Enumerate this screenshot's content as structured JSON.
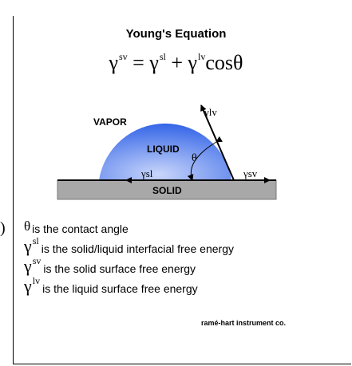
{
  "title": "Young's Equation",
  "equation": {
    "lhs_gamma": "γ",
    "lhs_sup": "sv",
    "eq": "=",
    "t1_gamma": "γ",
    "t1_sup": "sl",
    "plus": "+",
    "t2_gamma": "γ",
    "t2_sup": "lv",
    "cos": "cosθ"
  },
  "diagram": {
    "vapor_label": "VAPOR",
    "liquid_label": "LIQUID",
    "solid_label": "SOLID",
    "theta_label": "θ",
    "gamma_lv_label": "γlv",
    "gamma_sl_label": "γsl",
    "gamma_sv_label": "γsv",
    "colors": {
      "droplet_center": "#c9d6fb",
      "droplet_edge": "#2c5fe6",
      "solid_fill": "#a8a8a8"
    }
  },
  "definitions": [
    {
      "symbol": "θ",
      "sup": "",
      "text": "is the contact angle"
    },
    {
      "symbol": "γ",
      "sup": "sl",
      "text": "is the solid/liquid interfacial free energy"
    },
    {
      "symbol": "γ",
      "sup": "sv",
      "text": "is the solid surface free energy"
    },
    {
      "symbol": "γ",
      "sup": "lv",
      "text": "is the liquid surface free energy"
    }
  ],
  "credit": "ramé-hart instrument co.",
  "left_mark": ")"
}
